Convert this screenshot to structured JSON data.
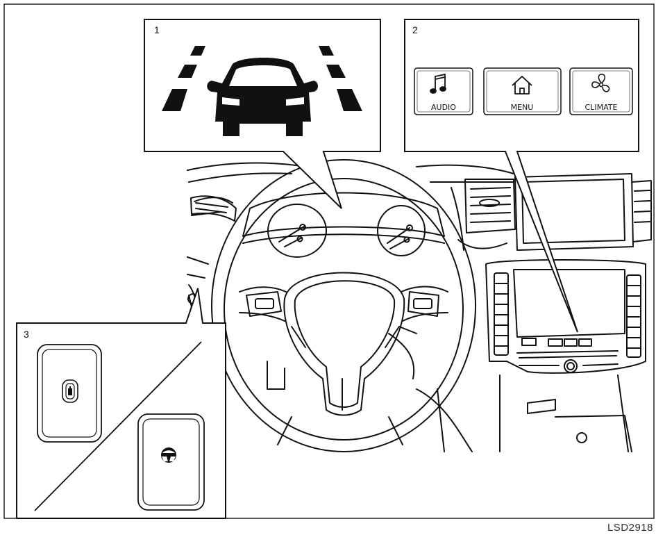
{
  "panel1": {
    "label": "1",
    "icon": "lane-assist-car-icon"
  },
  "panel2": {
    "label": "2",
    "buttons": [
      {
        "label": "AUDIO",
        "icon": "music-note-icon"
      },
      {
        "label": "MENU",
        "icon": "home-icon"
      },
      {
        "label": "CLIMATE",
        "icon": "fan-icon"
      }
    ]
  },
  "panel3": {
    "label": "3",
    "switches": [
      {
        "icon": "lane-camera-switch-icon"
      },
      {
        "icon": "steering-wheel-icon"
      }
    ]
  },
  "figure_code": "LSD2918"
}
